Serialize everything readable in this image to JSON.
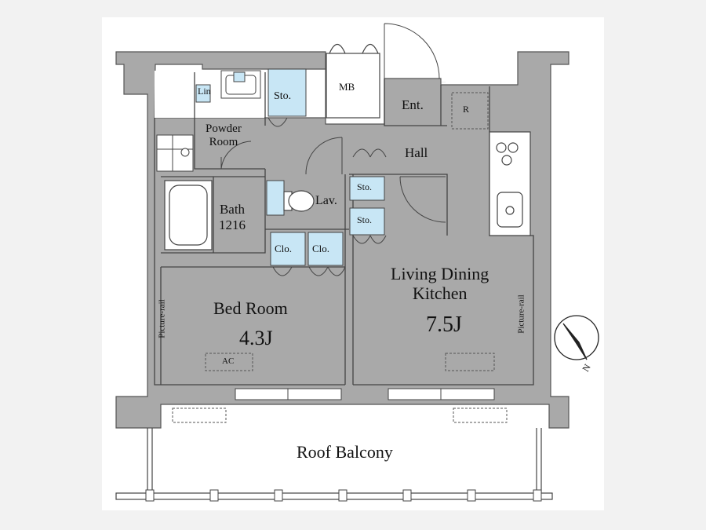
{
  "rooms": {
    "powder_room": "Powder\nRoom",
    "lin": "Lin",
    "sto_top": "Sto.",
    "mb": "MB",
    "ent": "Ent.",
    "refrigerator": "R",
    "hall": "Hall",
    "bath": "Bath\n1216",
    "lav": "Lav.",
    "sto_mid_1": "Sto.",
    "sto_mid_2": "Sto.",
    "clo_1": "Clo.",
    "clo_2": "Clo.",
    "bed_room": "Bed Room",
    "bed_room_size": "4.3J",
    "ldk": "Living Dining\nKitchen",
    "ldk_size": "7.5J",
    "picture_rail_left": "Picture-rail",
    "picture_rail_right": "Picture-rail",
    "ac": "AC",
    "roof_balcony": "Roof Balcony",
    "north": "N"
  },
  "colors": {
    "wall": "#a9a9a9",
    "storage_fill": "#c8e6f5",
    "floor_lines": "#c9c9c9",
    "paper": "#ffffff",
    "background": "#f2f2f2"
  }
}
